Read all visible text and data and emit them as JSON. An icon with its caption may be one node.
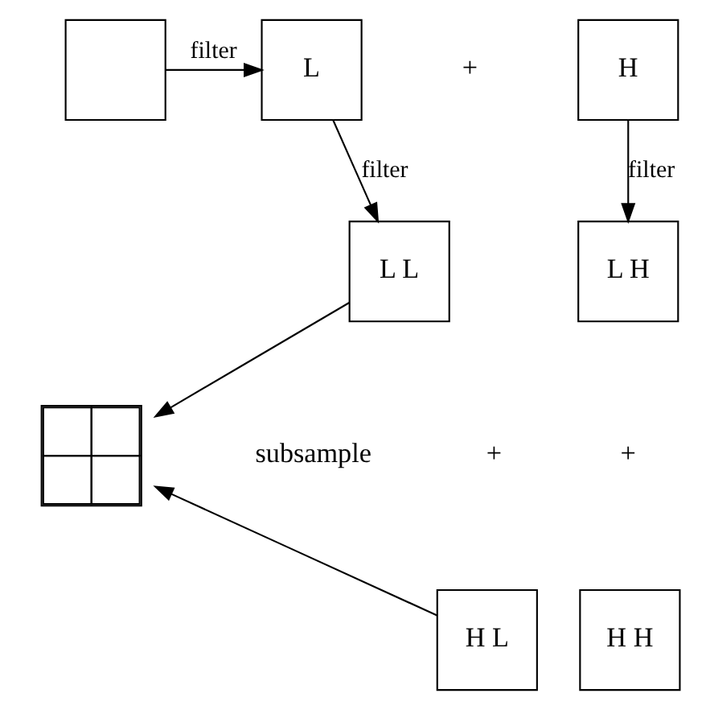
{
  "diagram": {
    "nodes": [
      {
        "text": [],
        "shape": "box"
      },
      {
        "text": [
          "L"
        ]
      },
      {
        "text": [
          "H"
        ]
      },
      {
        "text": [
          "L L"
        ]
      },
      {
        "text": [
          "L H"
        ]
      },
      {
        "text": [
          "H L"
        ]
      },
      {
        "text": [
          "H H"
        ]
      },
      {
        "text": [],
        "shape": "grid"
      }
    ],
    "edges": [
      {
        "from": 0,
        "to": 1,
        "arrow": "to",
        "label": "filter"
      },
      {
        "from": 1,
        "to": 3,
        "arrow": "to",
        "label": "filter"
      },
      {
        "from": 2,
        "to": 4,
        "arrow": "to",
        "label": "filter"
      },
      {
        "from": 3,
        "to": 7,
        "arrow": "to"
      },
      {
        "from": 5,
        "to": 7,
        "arrow": "to"
      }
    ],
    "labels": [
      "+",
      "subsample",
      "+",
      "+"
    ]
  }
}
